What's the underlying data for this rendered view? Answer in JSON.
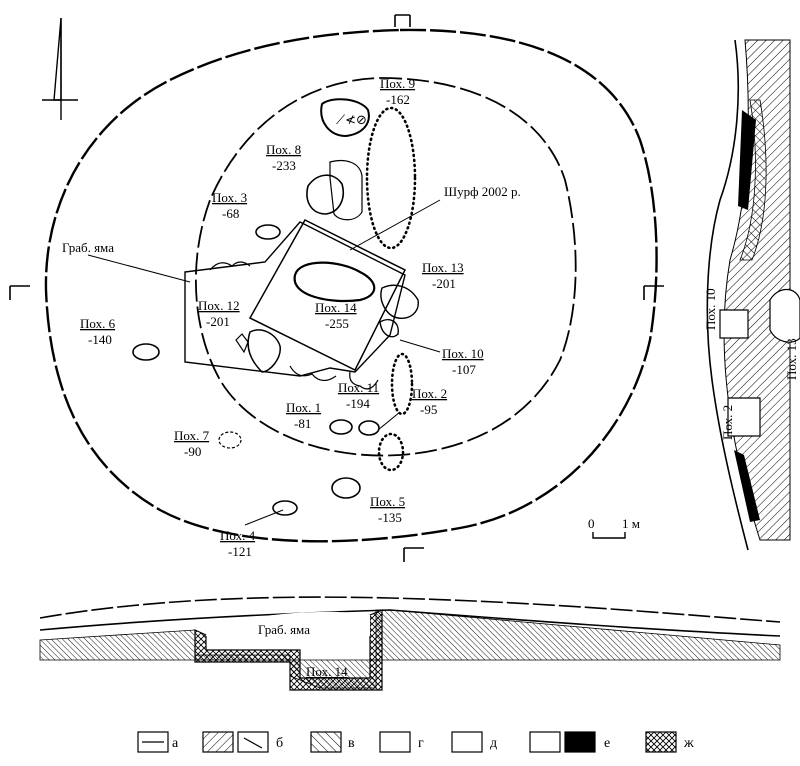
{
  "plan": {
    "burials": [
      {
        "name": "Пох. 9",
        "depth": "-162"
      },
      {
        "name": "Пох. 8",
        "depth": "-233"
      },
      {
        "name": "Пох. 3",
        "depth": "-68"
      },
      {
        "name": "Пох. 13",
        "depth": "-201"
      },
      {
        "name": "Пох. 12",
        "depth": "-201"
      },
      {
        "name": "Пох. 14",
        "depth": "-255"
      },
      {
        "name": "Пох. 6",
        "depth": "-140"
      },
      {
        "name": "Пох. 10",
        "depth": "-107"
      },
      {
        "name": "Пох. 11",
        "depth": "-194"
      },
      {
        "name": "Пох. 1",
        "depth": "-81"
      },
      {
        "name": "Пох. 2",
        "depth": "-95"
      },
      {
        "name": "Пох. 7",
        "depth": "-90"
      },
      {
        "name": "Пох. 5",
        "depth": "-135"
      },
      {
        "name": "Пох. 4",
        "depth": "-121"
      }
    ],
    "shurf_label": "Шурф 2002 р.",
    "robbery_pit_label": "Граб. яма",
    "scale": {
      "zero": "0",
      "one": "1 м"
    }
  },
  "section_right": {
    "labels": [
      "Пох. 10",
      "Пох. 2",
      "Пох. 13"
    ]
  },
  "section_bottom": {
    "labels": [
      "Граб. яма",
      "Пох. 14"
    ]
  },
  "legend": [
    {
      "key": "а"
    },
    {
      "key": "б"
    },
    {
      "key": "в"
    },
    {
      "key": "г"
    },
    {
      "key": "д"
    },
    {
      "key": "е"
    },
    {
      "key": "ж"
    }
  ]
}
